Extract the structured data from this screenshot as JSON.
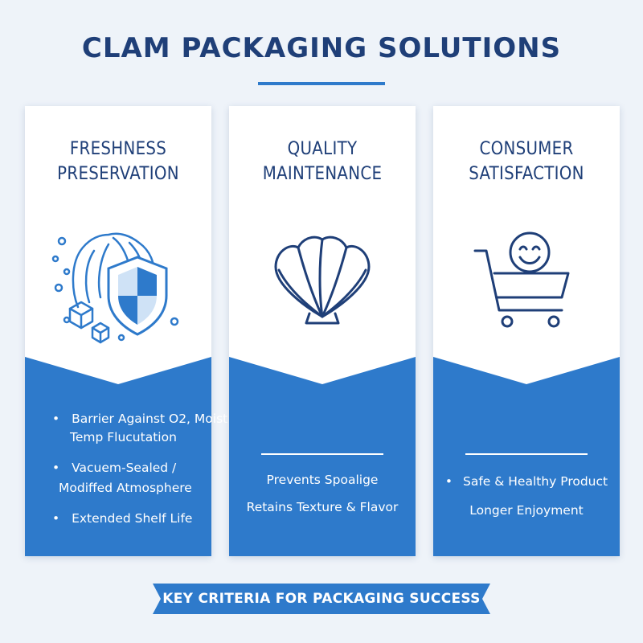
{
  "header": {
    "title": "CLAM PACKAGING SOLUTIONS"
  },
  "colors": {
    "navy": "#1f3f78",
    "accent_blue": "#2e7acb",
    "background": "#eef3f9",
    "card": "#ffffff"
  },
  "cards": [
    {
      "heading_line1": "FRESHNESS",
      "heading_line2": "PRESERVATION",
      "icon": "clam-shield-ice-icon",
      "bullets": [
        {
          "line1": "Barrier Against O2, Moist",
          "line2": "Temp Flucutation"
        },
        {
          "line1": "Vacuem-Sealed /",
          "line2": "Modiffed Atmosphere"
        },
        {
          "line1": "Extended Shelf Life",
          "line2": ""
        }
      ]
    },
    {
      "heading_line1": "QUALITY",
      "heading_line2": "MAINTENANCE",
      "icon": "clam-shell-icon",
      "lines": [
        "Prevents Spoalige",
        "Retains Texture & Flavor"
      ]
    },
    {
      "heading_line1": "CONSUMER",
      "heading_line2": "SATISFACTION",
      "icon": "smiling-shopping-cart-icon",
      "bullet": "Safe & Healthy Product",
      "line2": "Longer Enjoyment"
    }
  ],
  "footer": {
    "banner": "KEY CRITERIA FOR PACKAGING SUCCESS"
  }
}
